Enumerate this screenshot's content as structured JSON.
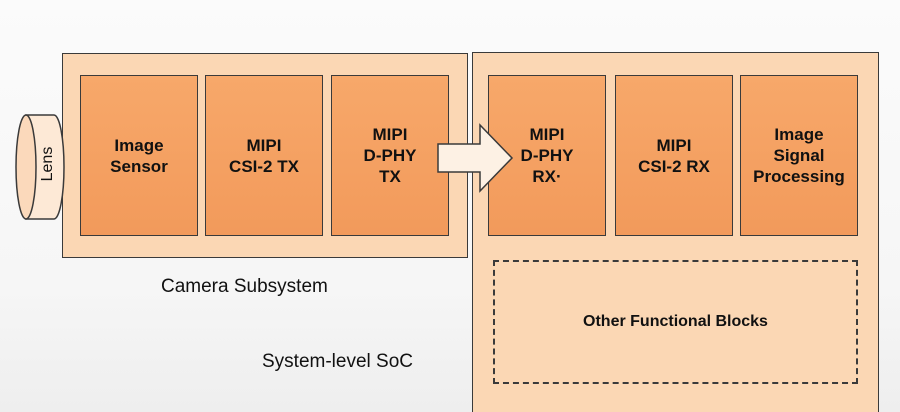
{
  "diagram": {
    "lens": {
      "label": "Lens"
    },
    "camera_subsystem": {
      "caption": "Camera Subsystem",
      "blocks": [
        "Image\nSensor",
        "MIPI\nCSI-2 TX",
        "MIPI\nD-PHY\nTX"
      ]
    },
    "soc": {
      "caption": "System-level SoC",
      "blocks": [
        "MIPI\nD-PHY\nRX·",
        "MIPI\nCSI-2 RX",
        "Image\nSignal\nProcessing"
      ],
      "other_blocks": "Other Functional Blocks"
    },
    "colors": {
      "panel_fill": "#fbd7b4",
      "block_fill": "#f4a162",
      "outline": "#3a3a3a"
    }
  }
}
